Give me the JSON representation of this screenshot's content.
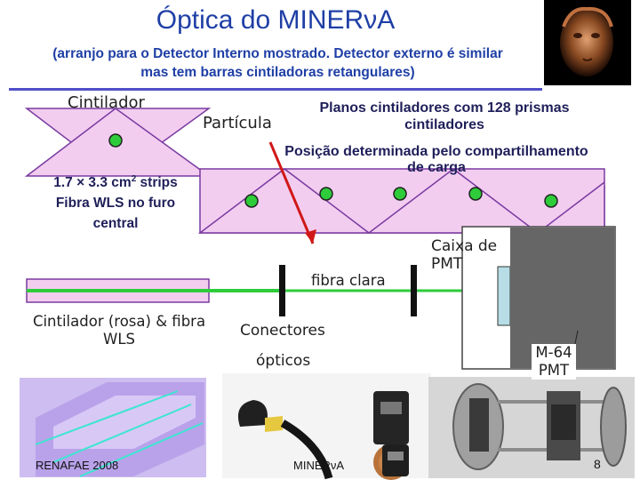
{
  "slide": {
    "title": "Óptica do MINERνA",
    "subtitle_line1": "(arranjo para o Detector Interno mostrado. Detector externo é similar",
    "subtitle_line2": "mas tem barras cintiladoras retangulares)"
  },
  "labels": {
    "cintilador": "Cintilador",
    "particula": "Partícula",
    "planos_line1": "Planos cintiladores com 128 prismas",
    "planos_line2": "cintiladores",
    "posicao_line1": "Posição determinada pelo compartilhamento",
    "posicao_line2": "de carga",
    "strips_prefix": "1.7 × 3.3 cm",
    "strips_sup": "2",
    "strips_suffix": " strips",
    "fibra_wls_line1": "Fibra WLS no furo",
    "fibra_wls_line2": "central",
    "fibra_clara": "fibra clara",
    "caixa_line1": "Caixa de",
    "caixa_line2": "PMT",
    "cintilador_rosa_line1": "Cintilador (rosa) & fibra",
    "cintilador_rosa_line2": "WLS",
    "conectores": "Conectores",
    "opticos": "ópticos",
    "m64_line1": "M-64",
    "m64_line2": "PMT"
  },
  "footer": {
    "conference": "RENAFAE 2008",
    "experiment": "MINERνA",
    "page_number": "8"
  },
  "colors": {
    "title_blue": "#1f3fa6",
    "prism_fill": "#f2cdf0",
    "fiber_green": "#2ecc3a",
    "arrow_red": "#d01818"
  }
}
